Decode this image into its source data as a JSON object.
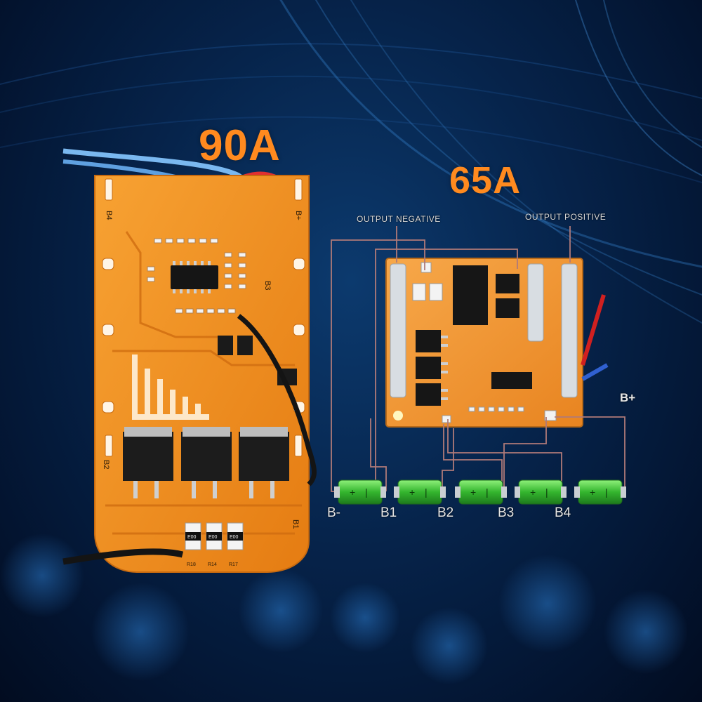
{
  "titles": {
    "board_left": "90A",
    "board_right": "65A"
  },
  "wiring": {
    "output_negative": "OUTPUT NEGATIVE",
    "output_positive": "OUTPUT POSITIVE",
    "b_plus": "B+",
    "nodes": [
      "B-",
      "B1",
      "B2",
      "B3",
      "B4"
    ]
  },
  "left_board_marks": {
    "pad_b4": "B4",
    "pad_b3": "B3",
    "pad_b2": "B2",
    "pad_b1": "B1",
    "pad_bplus": "B+",
    "resistor_code": "E00",
    "resistor_labels": [
      "R18",
      "R14",
      "R17"
    ]
  },
  "colors": {
    "title_orange": "#ff8a1f",
    "pcb_orange": "#f08a1a",
    "cell_green": "#3fc23a",
    "wire_line": "#b07a78"
  }
}
